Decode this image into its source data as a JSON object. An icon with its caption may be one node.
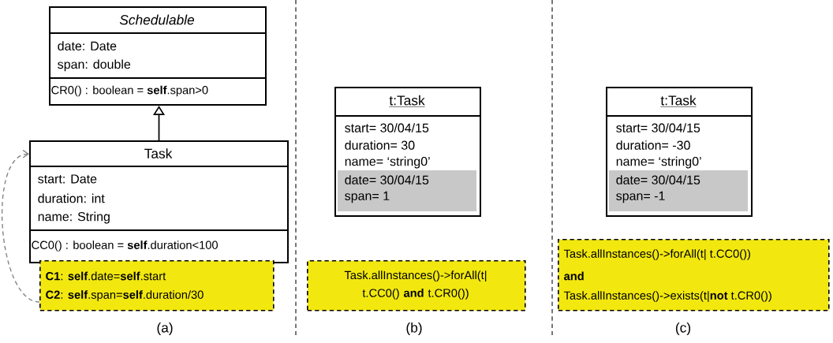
{
  "diagram": {
    "nodes": [
      {
        "text": [
          "Schedulable",
          "date: Date",
          "span: double",
          "CR0() : boolean = **self**.span>0"
        ]
      },
      {
        "text": [
          "Task",
          "start: Date",
          "duration: int",
          "name: String",
          "CC0() : boolean = **self**.duration<100"
        ]
      },
      {
        "text": [
          "**C1**: **self**.date=**self**.start",
          "**C2**: **self**.span=**self**.duration/30"
        ]
      },
      {
        "text": [
          "t:Task",
          "start= 30/04/15",
          "duration= 30",
          "name= ‘string0’",
          "date= 30/04/15",
          "span= 1"
        ]
      },
      {
        "text": [
          "Task.allInstances()->forAll(t| t.CC0() **and** t.CR0())"
        ]
      },
      {
        "text": [
          "t:Task",
          "start= 30/04/15",
          "duration= -30",
          "name= ‘string0’",
          "date= 30/04/15",
          "span= -1"
        ]
      },
      {
        "text": [
          "Task.allInstances()->forAll(t| t.CC0())",
          "**and**",
          "Task.allInstances()->exists(t|**not** t.CR0())"
        ]
      }
    ],
    "edges": [
      {
        "from": 1,
        "to": 0,
        "arrow": "to"
      },
      {
        "from": 2,
        "to": 1,
        "arrow": "to",
        "style": "dashed",
        "color": "#7f7f7f"
      }
    ],
    "labels": [
      "(a)",
      "(b)",
      "(c)"
    ]
  }
}
